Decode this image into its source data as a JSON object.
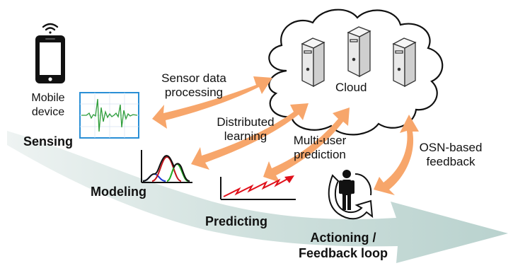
{
  "nodes": {
    "mobile_device": "Mobile\ndevice",
    "cloud": "Cloud"
  },
  "stages": {
    "sensing": "Sensing",
    "modeling": "Modeling",
    "predicting": "Predicting",
    "actioning": "Actioning /\nFeedback loop"
  },
  "links": {
    "sensor_data": "Sensor data\nprocessing",
    "distributed_learning": "Distributed\nlearning",
    "multi_user": "Multi-user\nprediction",
    "osn_feedback": "OSN-based\nfeedback"
  },
  "colors": {
    "orange_arrow": "#f7a66b",
    "flow_arrow": "#dde8e6",
    "signal": "#2e9e3a",
    "screen_border": "#2a8fd6",
    "trend": "#e0101a"
  },
  "icons": [
    "smartphone-icon",
    "wifi-icon",
    "server-icon",
    "signal-waveform-icon",
    "distribution-curves-icon",
    "trend-chart-icon",
    "person-cycle-icon"
  ]
}
